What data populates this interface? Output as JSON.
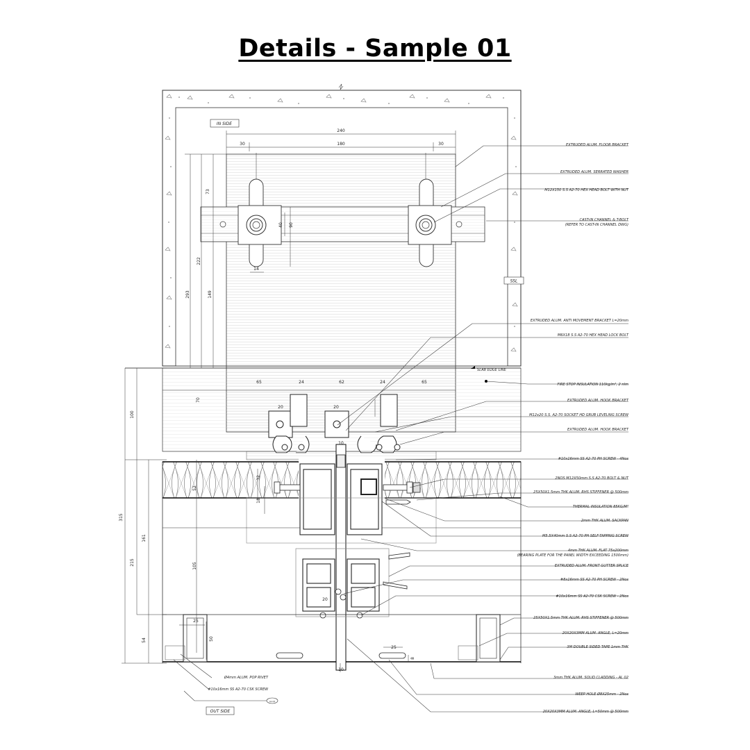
{
  "title": "Details - Sample 01",
  "tags": {
    "inside": "IN SIDE",
    "outside": "OUT SIDE",
    "ssl": "SSL",
    "slab_edge": "SLAB EDGE LINE",
    "section_ref": "AL-02"
  },
  "callouts_right": [
    "EXTRUDED ALUM. FLOOR BRACKET",
    "EXTRUDED ALUM. SERRATED WASHER",
    "M12X150 S.S A2-70 HEX HEAD BOLT WITH NUT",
    "CAST-IN CHANNEL & T-BOLT",
    "(REFER TO CAST-IN CHANNEL DWG)",
    "EXTRUDED ALUM. ANTI MOVEMENT BRACKET L=20mm",
    "M6X18 S.S A2-70 HEX HEAD LOCK BOLT",
    "FIRE STOP INSULATION 110kg/m³, 2 nlm",
    "EXTRUDED ALUM. HOOK BRACKET",
    "M12x20 S.S. A2-70 SOCKET HD GRUB LEVELING SCREW",
    "EXTRUDED ALUM. HOOK BRACKET",
    "#10x16mm SS A2-70 PH SCREW - 4Nos",
    "2NOS M12X50mm S.S A2-70 BOLT & NUT",
    "25X50X1.5mm THK ALUM. RHS STIFFENER @ 500mm",
    "THERMAL INSULATION 85KG/M³",
    "2mm THK ALUM. SACKPAN",
    "M5.5X40mm S.S A2-70 PH SELF-TAPPING SCREW",
    "4mm THK ALUM. FLAT 75x200mm",
    "(BEARING PLATE FOR THE PANEL WIDTH EXCEEDING 1500mm)",
    "EXTRUDED ALUM. FRONT GUTTER SPLICE",
    "#8x16mm SS A2-70 PH SCREW - 2Nos",
    "#10x16mm SS A2-70 CSK SCREW - 2Nos",
    "25X50X1.5mm THK ALUM. RHS STIFFENER @ 500mm",
    "20X20X3MM ALUM. ANGLE, L=20mm",
    "3M DOUBLE SIDED TAPE 1mm THK",
    "3mm THK ALUM. SOLID CLADDING - AL 02",
    "WEEP HOLE Ø8X25mm - 2Nos",
    "20X20X3MM ALUM. ANGLE, L=50mm @ 500mm"
  ],
  "callouts_bottom": [
    "Ø4mm ALUM. POP RIVET",
    "#10x16mm SS A2-70 CSK SCREW"
  ],
  "dims": {
    "d240": "240",
    "d30a": "30",
    "d180": "180",
    "d30b": "30",
    "d73": "73",
    "d40": "40",
    "d90": "90",
    "d14": "14",
    "d222": "222",
    "d293": "293",
    "d149": "149",
    "d65a": "65",
    "d24a": "24",
    "d62": "62",
    "d24b": "24",
    "d65b": "65",
    "d20a": "20",
    "d20b": "20",
    "d70": "70",
    "d100": "100",
    "d10a": "10",
    "d32": "32",
    "d52": "52",
    "d18": "18",
    "d315": "315",
    "d161": "161",
    "d215": "215",
    "d105": "105",
    "d20c": "20",
    "d25a": "25",
    "d50": "50",
    "d54": "54",
    "d25b": "25",
    "d8": "8",
    "d10b": "10"
  }
}
